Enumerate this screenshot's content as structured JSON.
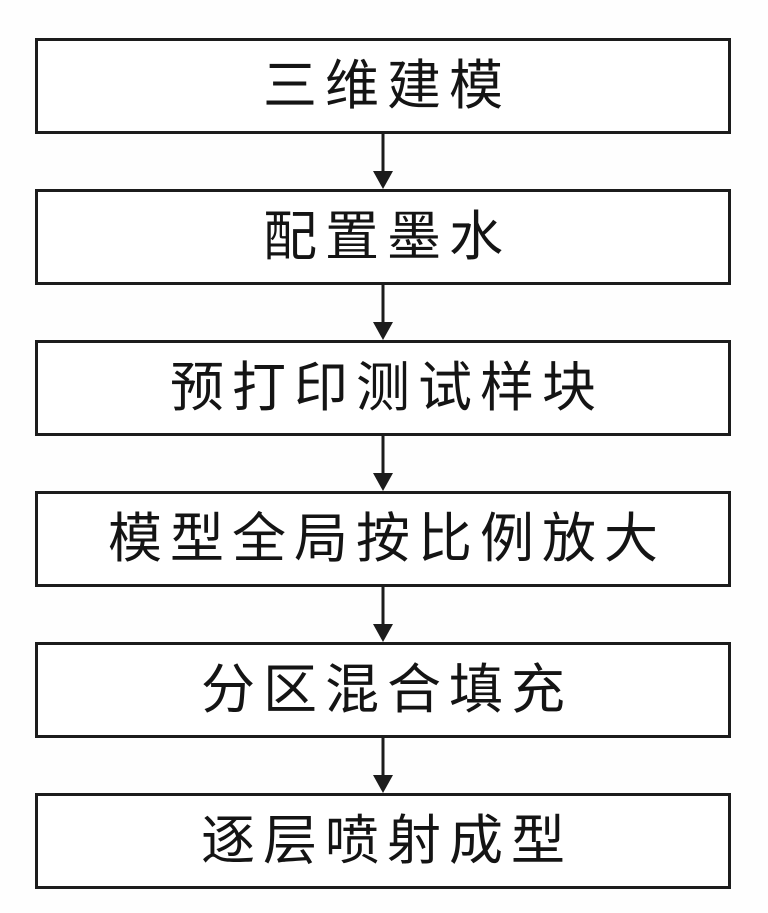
{
  "figure": {
    "type": "flowchart",
    "direction": "top-down",
    "steps": [
      {
        "label": "三维建模"
      },
      {
        "label": "配置墨水"
      },
      {
        "label": "预打印测试样块"
      },
      {
        "label": "模型全局按比例放大"
      },
      {
        "label": "分区混合填充"
      },
      {
        "label": "逐层喷射成型"
      }
    ],
    "colors": {
      "box_border": "#1c1c1c",
      "box_fill": "#ffffff",
      "text": "#141414",
      "arrow": "#1c1c1c",
      "background": "#fefefe"
    }
  }
}
